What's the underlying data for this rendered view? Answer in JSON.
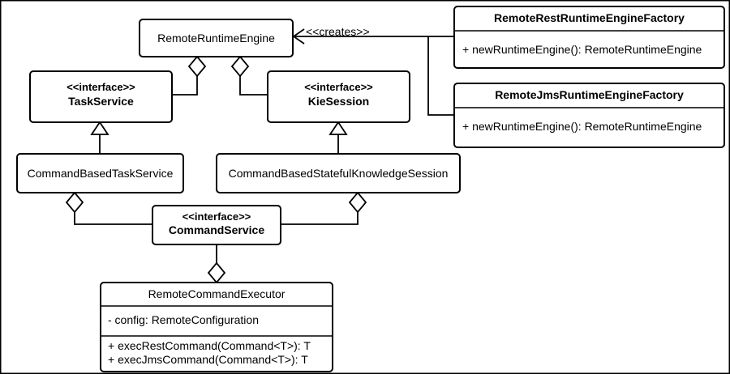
{
  "diagram": {
    "remote_runtime_engine": {
      "name": "RemoteRuntimeEngine"
    },
    "creates_label": "<<creates>>",
    "rest_factory": {
      "name": "RemoteRestRuntimeEngineFactory",
      "method": "+ newRuntimeEngine(): RemoteRuntimeEngine"
    },
    "jms_factory": {
      "name": "RemoteJmsRuntimeEngineFactory",
      "method": "+ newRuntimeEngine(): RemoteRuntimeEngine"
    },
    "task_service": {
      "stereotype": "<<interface>>",
      "name": "TaskService"
    },
    "kie_session": {
      "stereotype": "<<interface>>",
      "name": "KieSession"
    },
    "command_based_task_service": {
      "name": "CommandBasedTaskService"
    },
    "command_based_session": {
      "name": "CommandBasedStatefulKnowledgeSession"
    },
    "command_service": {
      "stereotype": "<<interface>>",
      "name": "CommandService"
    },
    "remote_command_executor": {
      "name": "RemoteCommandExecutor",
      "attribute": "- config: RemoteConfiguration",
      "methods": [
        "+ execRestCommand(Command<T>): T",
        "+ execJmsCommand(Command<T>): T"
      ]
    }
  }
}
